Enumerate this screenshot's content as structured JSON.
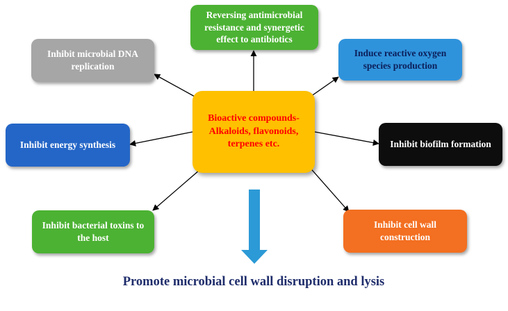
{
  "center": {
    "label": "Bioactive compounds- Alkaloids, flavonoids, terpenes etc.",
    "bg": "#ffc000",
    "text_color": "#ff0000"
  },
  "nodes": [
    {
      "id": "antimicrobial-resistance",
      "label": "Reversing antimicrobial resistance and synergetic effect to antibiotics",
      "bg": "#4cb233",
      "text_color": "#ffffff"
    },
    {
      "id": "reactive-oxygen",
      "label": "Induce reactive oxygen species production",
      "bg": "#2f93dc",
      "text_color": "#0c1f5a"
    },
    {
      "id": "biofilm",
      "label": "Inhibit biofilm formation",
      "bg": "#0d0d0d",
      "text_color": "#ffffff"
    },
    {
      "id": "cell-wall",
      "label": "Inhibit cell wall construction",
      "bg": "#f36f21",
      "text_color": "#ffffff"
    },
    {
      "id": "bacterial-toxins",
      "label": "Inhibit bacterial toxins to the host",
      "bg": "#4cb233",
      "text_color": "#ffffff"
    },
    {
      "id": "energy-synthesis",
      "label": "Inhibit energy synthesis",
      "bg": "#2466c7",
      "text_color": "#ffffff"
    },
    {
      "id": "dna-replication",
      "label": "Inhibit microbial DNA replication",
      "bg": "#a6a6a6",
      "text_color": "#ffffff"
    }
  ],
  "conclusion": {
    "label": "Promote microbial cell wall disruption and lysis",
    "color": "#1f2d6b"
  },
  "down_arrow_color": "#2c9ad6"
}
